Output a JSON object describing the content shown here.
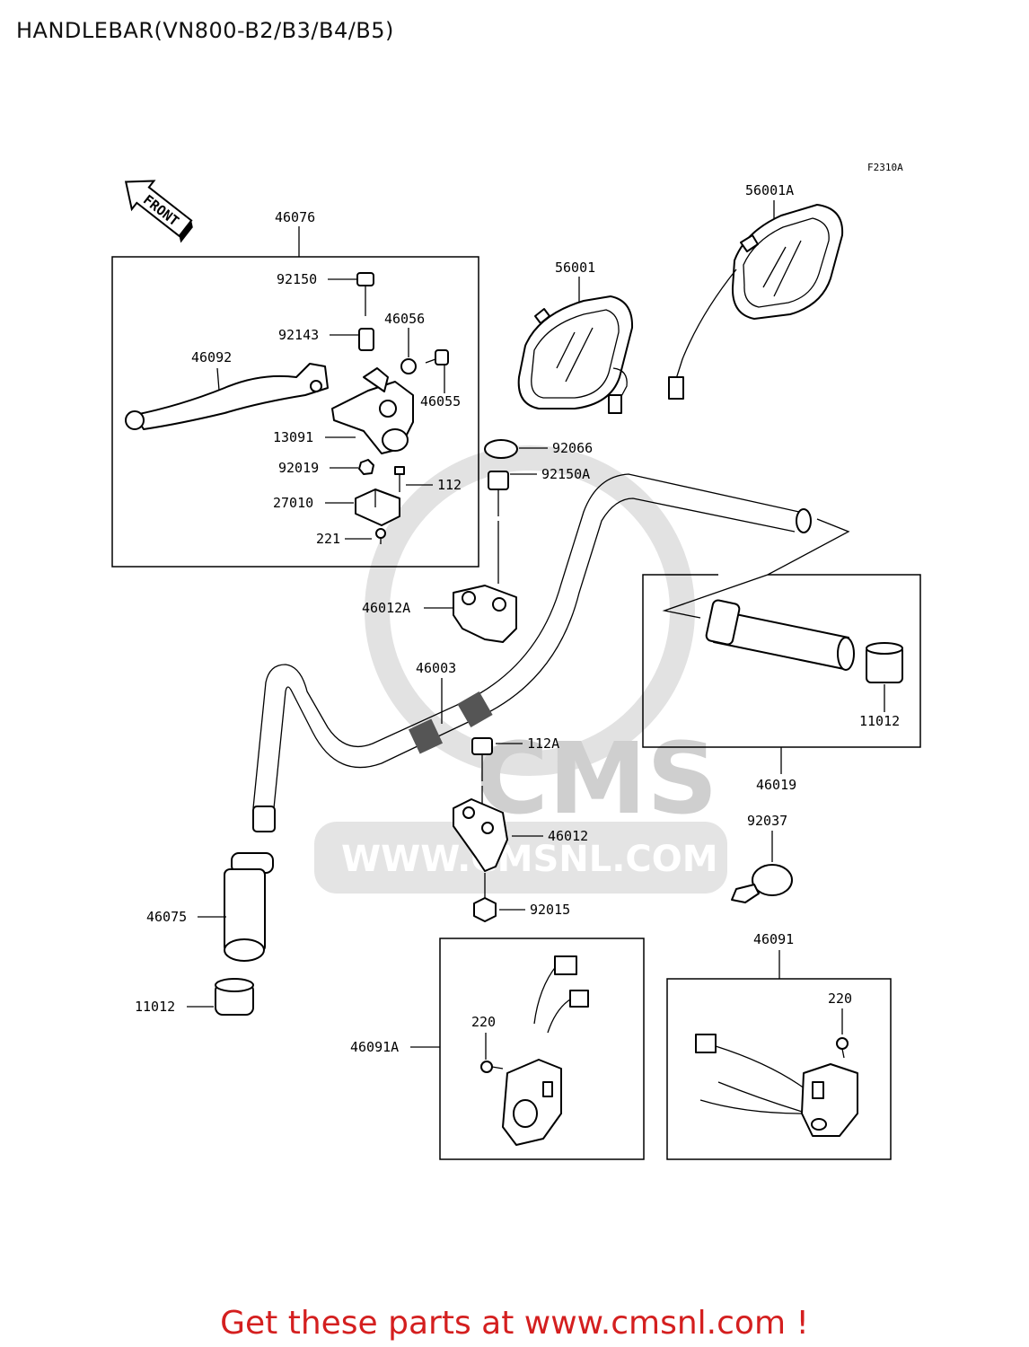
{
  "title": "HANDLEBAR(VN800-B2/B3/B4/B5)",
  "footer": "Get these parts at www.cmsnl.com !",
  "figure_code": "F2310A",
  "front_label": "FRONT",
  "watermark": {
    "logo": "CMS",
    "url": "WWW.CMSNL.COM"
  },
  "colors": {
    "footer": "#d41f1f",
    "lines": "#000000",
    "watermark": "#cfcfcf"
  },
  "labels": {
    "l46076": "46076",
    "l92150": "92150",
    "l92143": "92143",
    "l46056": "46056",
    "l46092": "46092",
    "l46055": "46055",
    "l13091": "13091",
    "l92019": "92019",
    "l112": "112",
    "l27010": "27010",
    "l221": "221",
    "l56001": "56001",
    "l56001A": "56001A",
    "l92066": "92066",
    "l92150A": "92150A",
    "l46012A": "46012A",
    "l46003": "46003",
    "l112A": "112A",
    "l46012": "46012",
    "l92015": "92015",
    "l11012_right": "11012",
    "l46019": "46019",
    "l92037": "92037",
    "l46075": "46075",
    "l11012_left": "11012",
    "l46091A": "46091A",
    "l220_left": "220",
    "l46091": "46091",
    "l220_right": "220"
  }
}
